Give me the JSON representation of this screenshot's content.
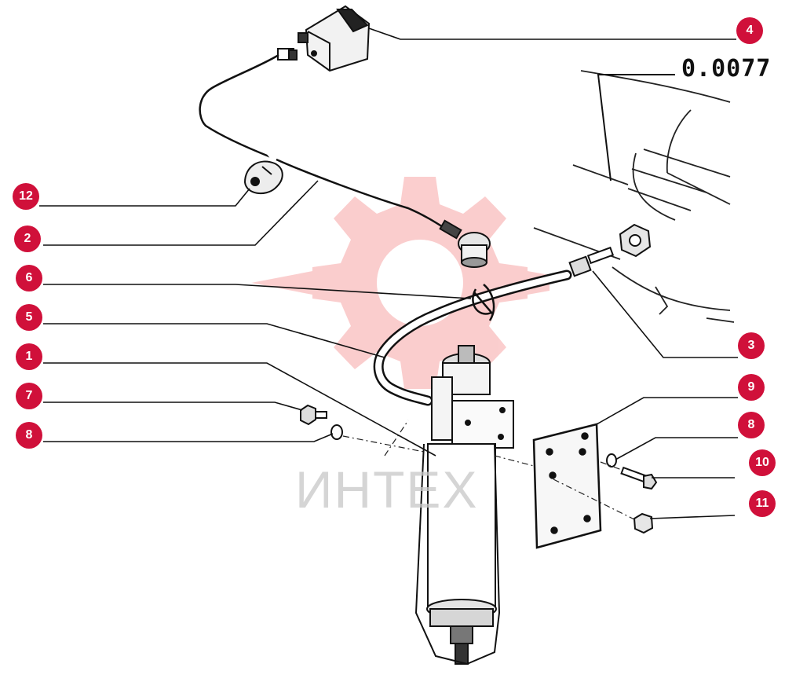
{
  "drawing": {
    "reference_code": "0.0077",
    "watermark_text": "ИНТЕХ",
    "accent_color": "#d0103a",
    "callouts": [
      "4",
      "12",
      "2",
      "6",
      "5",
      "1",
      "7",
      "8",
      "3",
      "9",
      "8",
      "10",
      "11"
    ]
  }
}
